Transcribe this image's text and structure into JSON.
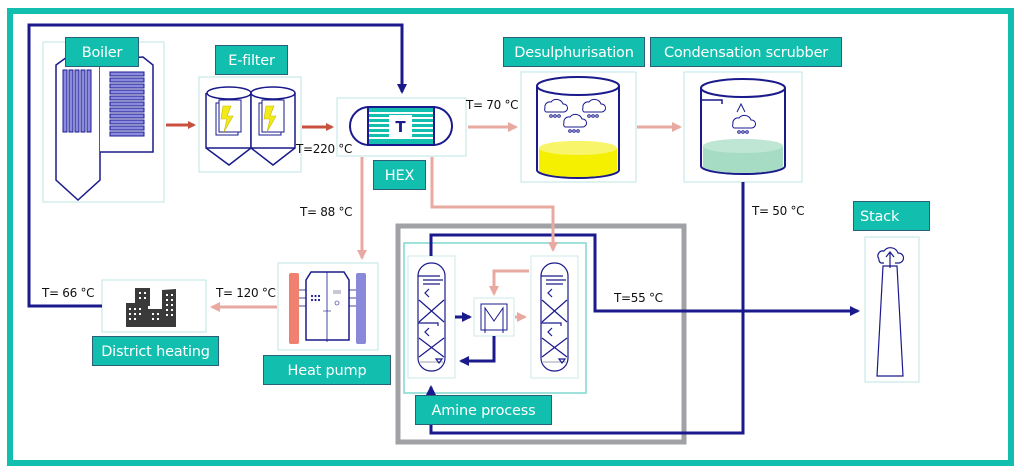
{
  "diagram": {
    "title": "Flue gas heat recovery and amine carbon capture process",
    "colors": {
      "outer_frame": "#12bfae",
      "hot_flow": "#c8503e",
      "warm_flow": "#e8aaa0",
      "cold_flow": "#1a1a8c",
      "capture_frame": "#a0a2a6",
      "label_bg": "#12bfae",
      "desulph_liquid": "#f5f000",
      "scrubber_liquid": "#a6dcc4"
    },
    "units": {
      "boiler": {
        "label": "Boiler",
        "icon": "boiler-icon"
      },
      "efilter": {
        "label": "E-filter",
        "icon": "electrostatic-filter-icon"
      },
      "hex": {
        "label": "HEX",
        "icon": "heat-exchanger-icon",
        "badge": "T"
      },
      "desulph": {
        "label": "Desulphurisation",
        "icon": "desulphurisation-tank-icon"
      },
      "scrubber": {
        "label": "Condensation scrubber",
        "icon": "scrubber-tank-icon"
      },
      "stack": {
        "label": "Stack",
        "icon": "chimney-stack-icon"
      },
      "heatpump": {
        "label": "Heat pump",
        "icon": "heat-pump-icon"
      },
      "district": {
        "label": "District heating",
        "icon": "city-buildings-icon"
      },
      "amine": {
        "label": "Amine process",
        "icon": "absorber-stripper-icon"
      }
    },
    "temperatures": {
      "hex_in": "T=220 °C",
      "hex_out": "T= 70 °C",
      "hex_to_heatpump": "T= 88 °C",
      "heatpump_out": "T= 120 °C",
      "district_return": "T= 66 °C",
      "scrubber_out": "T= 50 °C",
      "amine_out": "T=55 °C"
    }
  }
}
